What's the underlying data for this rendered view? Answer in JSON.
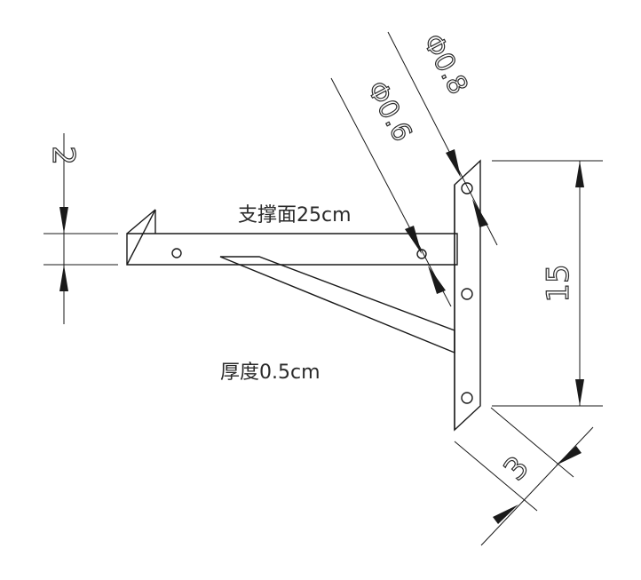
{
  "labels": {
    "support_surface": "支撑面25cm",
    "thickness": "厚度0.5cm",
    "dim_height": "2",
    "dim_length": "15",
    "dim_width": "3",
    "dim_hole_small": "Φ0.6",
    "dim_hole_large": "Φ0.8"
  }
}
